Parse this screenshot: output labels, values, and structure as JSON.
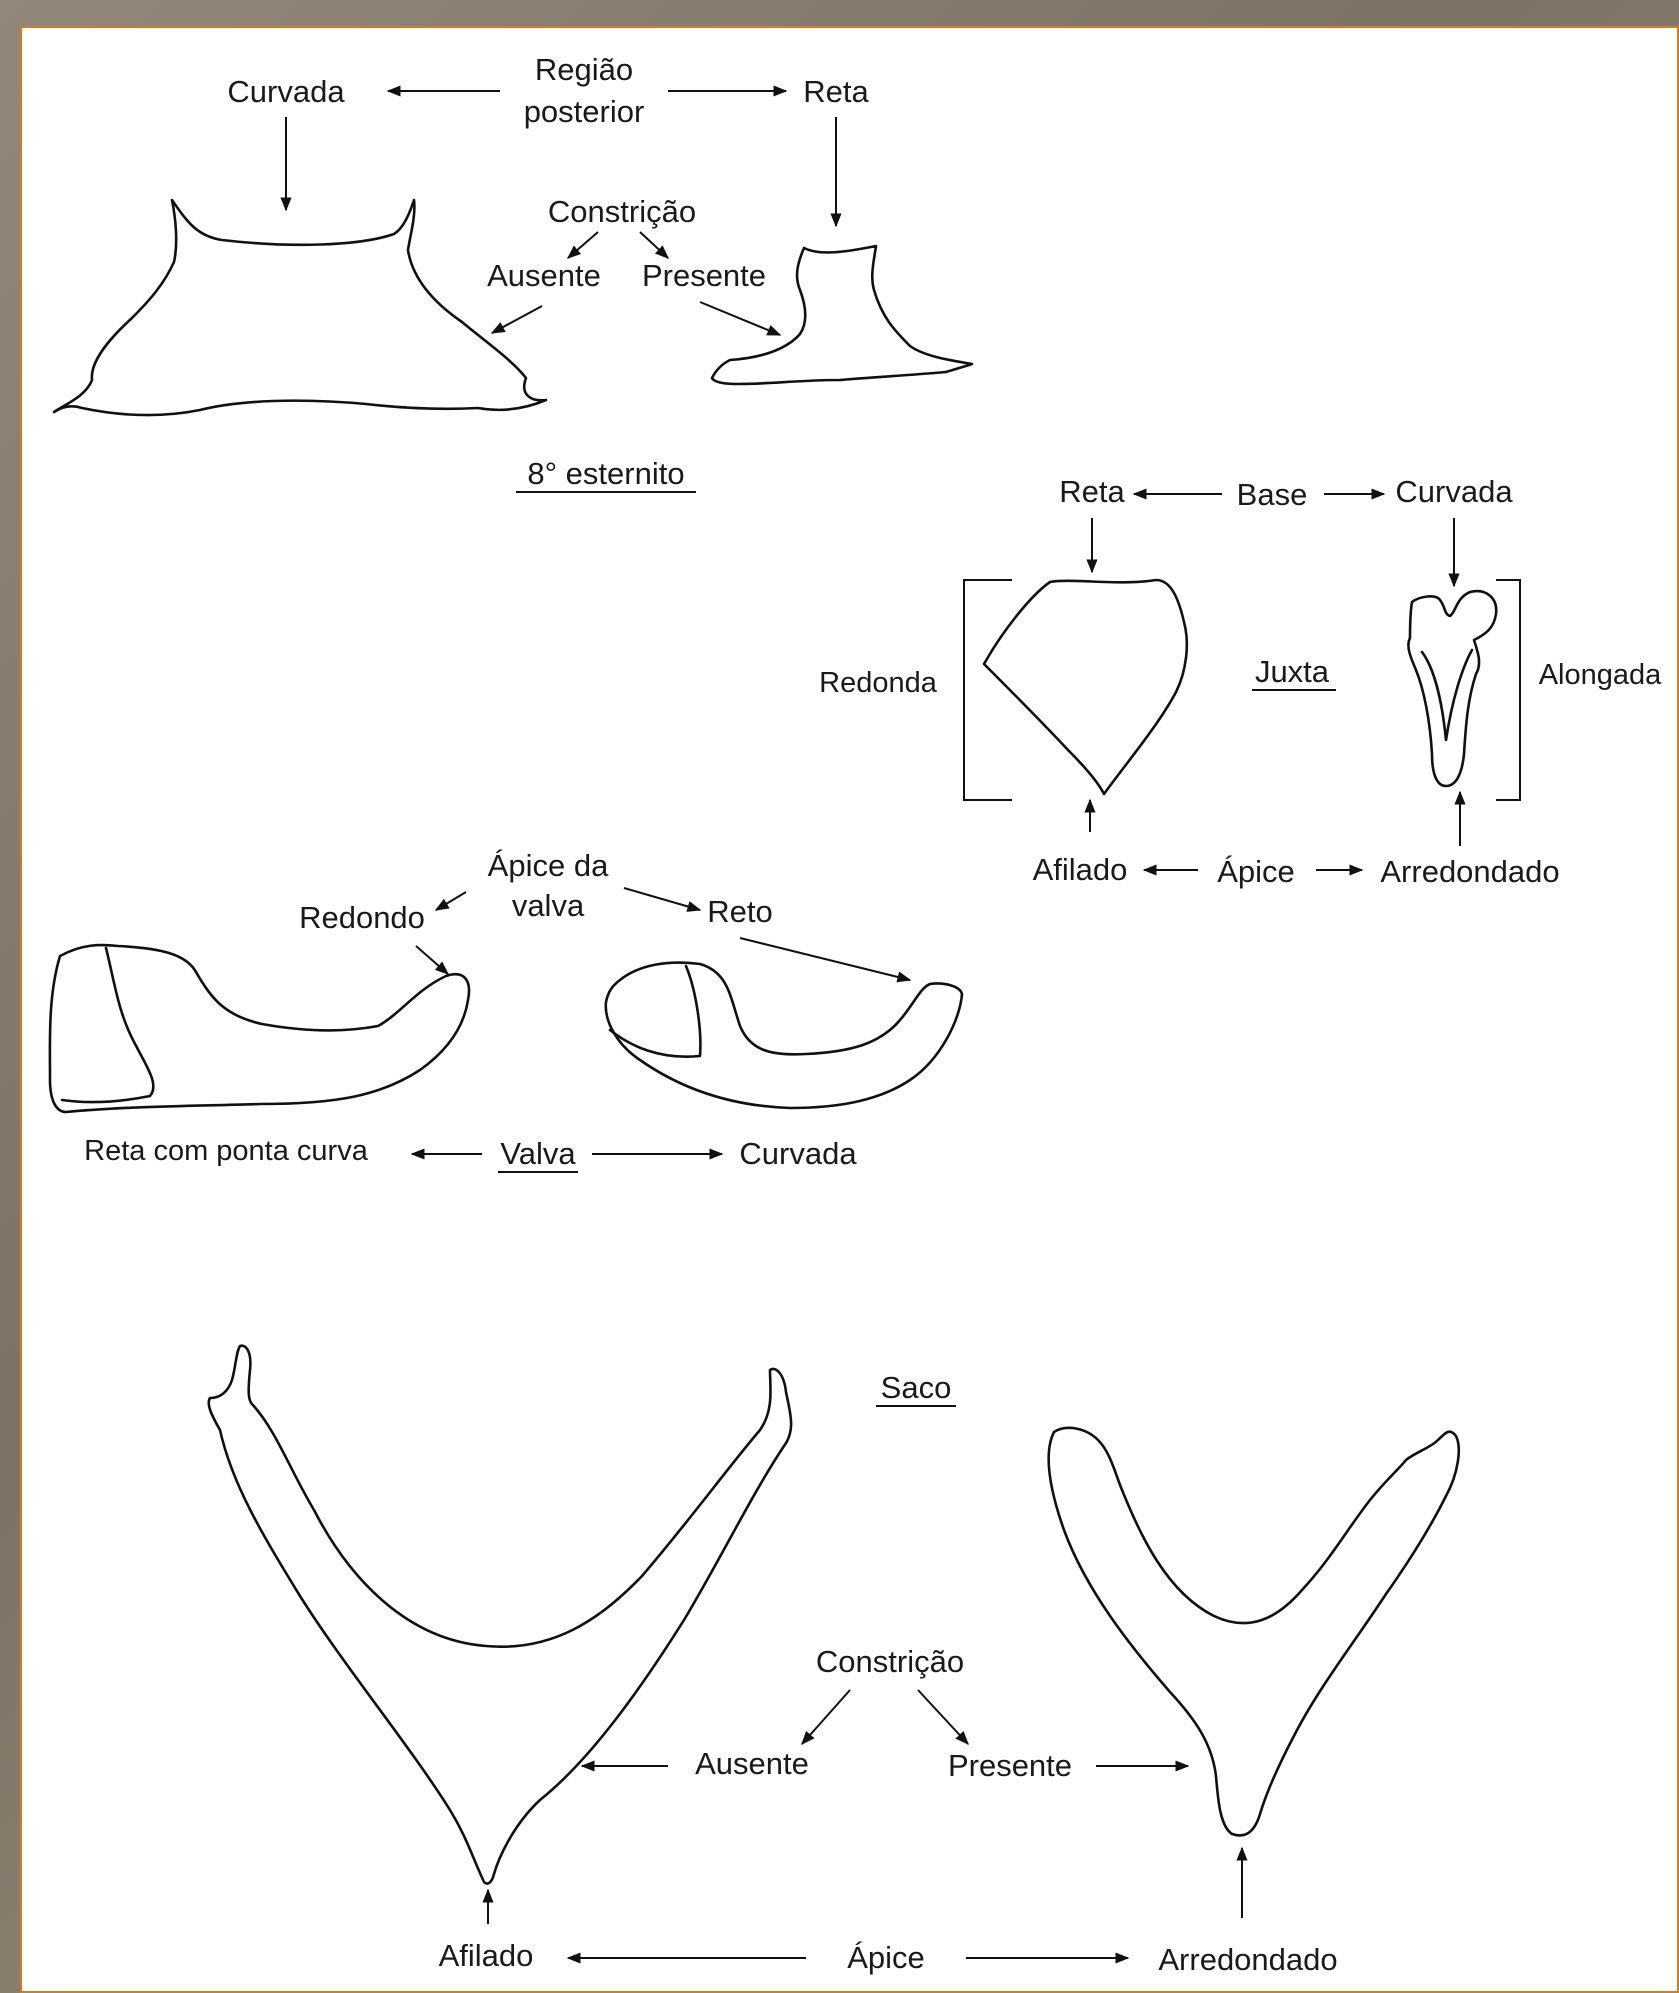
{
  "sternite": {
    "feature": "Região posterior",
    "feature_line1": "Região",
    "feature_line2": "posterior",
    "left_state": "Curvada",
    "right_state": "Reta",
    "constriction": "Constrição",
    "absent": "Ausente",
    "present": "Presente",
    "title": "8° esternito"
  },
  "juxta": {
    "title": "Juxta",
    "base": "Base",
    "base_left": "Reta",
    "base_right": "Curvada",
    "shape_left": "Redonda",
    "shape_right": "Alongada",
    "apex": "Ápice",
    "apex_left": "Afilado",
    "apex_right": "Arredondado"
  },
  "valva": {
    "title": "Valva",
    "apex_line1": "Ápice da",
    "apex_line2": "valva",
    "apex_left": "Redondo",
    "apex_right": "Reto",
    "left_state": "Reta com ponta curva",
    "right_state": "Curvada"
  },
  "saco": {
    "title": "Saco",
    "constriction": "Constrição",
    "absent": "Ausente",
    "present": "Presente",
    "apex": "Ápice",
    "apex_left": "Afilado",
    "apex_right": "Arredondado"
  }
}
